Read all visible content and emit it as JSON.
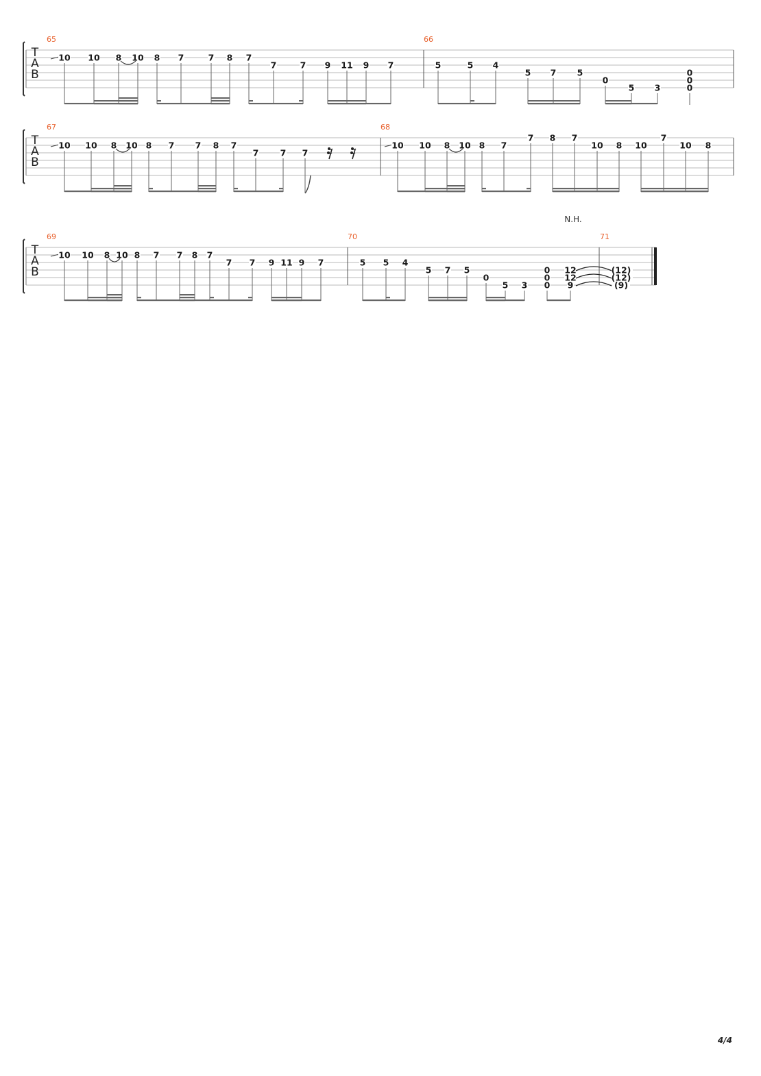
{
  "tab_clef": [
    "T",
    "A",
    "B"
  ],
  "page_number": "4/4",
  "systems": [
    {
      "measures": [
        {
          "number": "65",
          "notes": [
            {
              "s": 1,
              "f": "10"
            },
            {
              "s": 1,
              "f": "10"
            },
            {
              "s": 1,
              "f": "8"
            },
            {
              "s": 1,
              "f": "10"
            },
            {
              "s": 1,
              "f": "8"
            },
            {
              "s": 1,
              "f": "7"
            },
            {
              "s": 1,
              "f": "7"
            },
            {
              "s": 1,
              "f": "8"
            },
            {
              "s": 1,
              "f": "7"
            },
            {
              "s": 2,
              "f": "7"
            },
            {
              "s": 2,
              "f": "7"
            },
            {
              "s": 2,
              "f": "9"
            },
            {
              "s": 2,
              "f": "11"
            },
            {
              "s": 2,
              "f": "9"
            },
            {
              "s": 2,
              "f": "7"
            }
          ]
        },
        {
          "number": "66",
          "notes": [
            {
              "s": 2,
              "f": "5"
            },
            {
              "s": 2,
              "f": "5"
            },
            {
              "s": 2,
              "f": "4"
            },
            {
              "s": 3,
              "f": "5"
            },
            {
              "s": 3,
              "f": "7"
            },
            {
              "s": 3,
              "f": "5"
            },
            {
              "s": 4,
              "f": "0"
            },
            {
              "s": 5,
              "f": "5"
            },
            {
              "s": 5,
              "f": "3"
            },
            {
              "s": 3,
              "f": "0"
            },
            {
              "s": 4,
              "f": "0"
            },
            {
              "s": 5,
              "f": "0"
            }
          ]
        }
      ]
    },
    {
      "measures": [
        {
          "number": "67",
          "notes": [
            {
              "s": 1,
              "f": "10"
            },
            {
              "s": 1,
              "f": "10"
            },
            {
              "s": 1,
              "f": "8"
            },
            {
              "s": 1,
              "f": "10"
            },
            {
              "s": 1,
              "f": "8"
            },
            {
              "s": 1,
              "f": "7"
            },
            {
              "s": 1,
              "f": "7"
            },
            {
              "s": 1,
              "f": "8"
            },
            {
              "s": 1,
              "f": "7"
            },
            {
              "s": 2,
              "f": "7"
            },
            {
              "s": 2,
              "f": "7"
            },
            {
              "s": 2,
              "f": "7"
            }
          ]
        },
        {
          "number": "68",
          "notes": [
            {
              "s": 1,
              "f": "10"
            },
            {
              "s": 1,
              "f": "10"
            },
            {
              "s": 1,
              "f": "8"
            },
            {
              "s": 1,
              "f": "10"
            },
            {
              "s": 1,
              "f": "8"
            },
            {
              "s": 1,
              "f": "7"
            },
            {
              "s": 0,
              "f": "7"
            },
            {
              "s": 0,
              "f": "8"
            },
            {
              "s": 0,
              "f": "7"
            },
            {
              "s": 1,
              "f": "10"
            },
            {
              "s": 1,
              "f": "8"
            },
            {
              "s": 1,
              "f": "10"
            },
            {
              "s": 0,
              "f": "7"
            },
            {
              "s": 1,
              "f": "10"
            },
            {
              "s": 1,
              "f": "8"
            }
          ]
        }
      ]
    },
    {
      "measures": [
        {
          "number": "69",
          "notes": [
            {
              "s": 1,
              "f": "10"
            },
            {
              "s": 1,
              "f": "10"
            },
            {
              "s": 1,
              "f": "8"
            },
            {
              "s": 1,
              "f": "10"
            },
            {
              "s": 1,
              "f": "8"
            },
            {
              "s": 1,
              "f": "7"
            },
            {
              "s": 1,
              "f": "7"
            },
            {
              "s": 1,
              "f": "8"
            },
            {
              "s": 1,
              "f": "7"
            },
            {
              "s": 2,
              "f": "7"
            },
            {
              "s": 2,
              "f": "7"
            },
            {
              "s": 2,
              "f": "9"
            },
            {
              "s": 2,
              "f": "11"
            },
            {
              "s": 2,
              "f": "9"
            },
            {
              "s": 2,
              "f": "7"
            }
          ]
        },
        {
          "number": "70",
          "notes": [
            {
              "s": 2,
              "f": "5"
            },
            {
              "s": 2,
              "f": "5"
            },
            {
              "s": 2,
              "f": "4"
            },
            {
              "s": 3,
              "f": "5"
            },
            {
              "s": 3,
              "f": "7"
            },
            {
              "s": 3,
              "f": "5"
            },
            {
              "s": 4,
              "f": "0"
            },
            {
              "s": 5,
              "f": "5"
            },
            {
              "s": 5,
              "f": "3"
            },
            {
              "s": 3,
              "f": "0"
            },
            {
              "s": 4,
              "f": "0"
            },
            {
              "s": 5,
              "f": "0"
            },
            {
              "s": 3,
              "f": "12"
            },
            {
              "s": 4,
              "f": "12"
            },
            {
              "s": 5,
              "f": "9"
            }
          ]
        },
        {
          "number": "71",
          "notes": [
            {
              "s": 3,
              "f": "(12)"
            },
            {
              "s": 4,
              "f": "(12)"
            },
            {
              "s": 5,
              "f": "(9)"
            }
          ]
        }
      ],
      "harmonic_label": "N.H."
    }
  ]
}
